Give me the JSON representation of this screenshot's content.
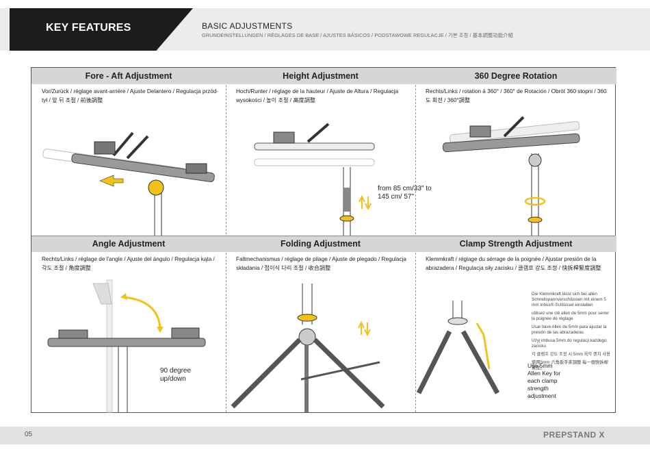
{
  "header": {
    "section": "KEY FEATURES",
    "title": "BASIC ADJUSTMENTS",
    "subtitle": "GRUNDEINSTELLUNGEN / RÉGLAGES DE BASE / AJUSTES BÁSICOS / PODSTAWOWE REGULACJE / 기본 조정 / 基本調整功能介紹"
  },
  "cells": [
    {
      "title": "Fore - Aft Adjustment",
      "desc": "Vor/Zurück / réglage avant-arrière / Ajuste Delantero / Regulacja przód-tył / 앞 뒤 조절 / 前後調整"
    },
    {
      "title": "Height Adjustment",
      "desc": "Hoch/Runter / réglage de la hauteur / Ajuste de Altura / Regulacja wysokości / 높이 조절 / 高度調整",
      "label": "from 85 cm/33\" to 145 cm/ 57\""
    },
    {
      "title": "360 Degree Rotation",
      "desc": "Rechts/Links / rotation à 360° / 360° de Rotación / Obrót 360 stopni / 360도 회전 / 360°調整"
    },
    {
      "title": "Angle Adjustment",
      "desc": "Rechts/Links / réglage de l'angle / Ajuste del ángulo / Regulacja kąta / 각도 조절 / 角度調整",
      "label": "90 degree up/down"
    },
    {
      "title": "Folding Adjustment",
      "desc": "Faltmechanismus / réglage de pliage / Ajuste de plegado / Regulacja składania / 접이식 다리 조절 / 收合調整"
    },
    {
      "title": "Clamp Strength Adjustment",
      "desc": "Klemmkraft / réglage du sérrage de la poignée / Ajustar presión de la abrazadera / Regulacja siły zacisku / 클램프 강도 조정 / 快拆桿緊度調整",
      "label": "Use 5mm Allen Key for each clamp strength adjustment",
      "notes": [
        "Die Klemmkraft lässt sich bei allen Schnellspannverschlüssen mit einem 5 mm Inbus®-Schlüssel einstellen",
        "utilisez une clé allen de 5mm pour serrer la poignée de réglage",
        "Usar llave Allen de 5mm para ajustar la presión de las abrazaderas",
        "Użyj imbusa 5mm do regulacji każdego zacisku",
        "각 클램프 강도 조정 시 5mm 육각 렌치 사용",
        "使用5mm 六角扳手來調整 每一個快拆桿緊度。"
      ]
    }
  ],
  "footer": {
    "page": "05",
    "brand": "PREPSTAND X"
  },
  "colors": {
    "header_dark": "#1c1c1c",
    "title_bar": "#d6d6d6",
    "accent_yellow": "#f2c21a",
    "footer": "#e2e2e2"
  }
}
